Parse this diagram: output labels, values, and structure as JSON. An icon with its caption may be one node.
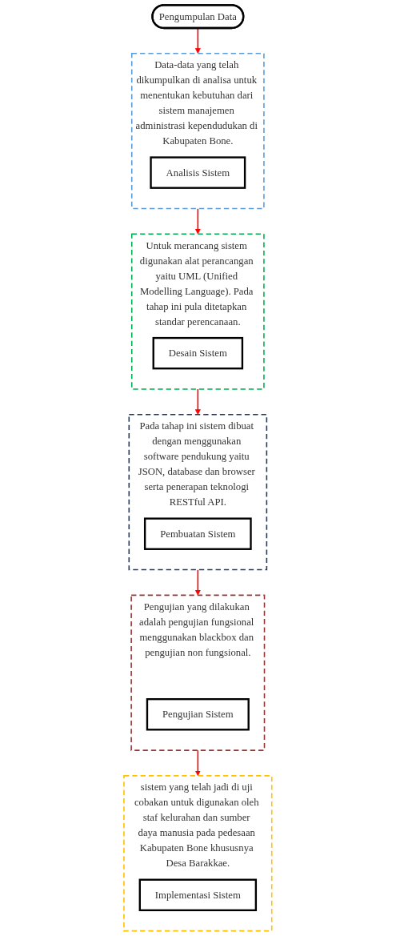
{
  "diagram": {
    "nodes": [
      {
        "text": [
          "Pengumpulan Data"
        ]
      },
      {
        "text": [
          "Data-data yang telah dikumpulkan di analisa untuk menentukan kebutuhan dari sistem manajemen administrasi kependudukan di Kabupaten Bone."
        ]
      },
      {
        "text": [
          "Analisis Sistem"
        ],
        "in": 1
      },
      {
        "text": [
          "Untuk merancang sistem digunakan alat perancangan yaitu UML (Unified Modelling Language). Pada tahap ini pula ditetapkan standar perencanaan."
        ]
      },
      {
        "text": [
          "Desain Sistem"
        ],
        "in": 3
      },
      {
        "text": [
          "Pada tahap ini sistem dibuat dengan menggunakan software pendukung yaitu JSON, database dan browser serta penerapan teknologi RESTful API."
        ]
      },
      {
        "text": [
          "Pembuatan Sistem"
        ],
        "in": 5
      },
      {
        "text": [
          "Pengujian yang dilakukan adalah pengujian fungsional menggunakan blackbox dan pengujian non fungsional."
        ]
      },
      {
        "text": [
          "Pengujian Sistem"
        ],
        "in": 7
      },
      {
        "text": [
          "sistem yang telah jadi di uji cobakan untuk digunakan oleh staf kelurahan dan sumber daya manusia pada pedesaan Kabupaten Bone khususnya Desa Barakkae."
        ]
      },
      {
        "text": [
          "Implementasi Sistem"
        ],
        "in": 9
      }
    ],
    "edges": [
      {
        "from": 0,
        "to": 1,
        "arrow": "to"
      },
      {
        "from": 1,
        "to": 3,
        "arrow": "to"
      },
      {
        "from": 3,
        "to": 5,
        "arrow": "to"
      },
      {
        "from": 5,
        "to": 7,
        "arrow": "to"
      },
      {
        "from": 7,
        "to": 9,
        "arrow": "to"
      }
    ]
  }
}
